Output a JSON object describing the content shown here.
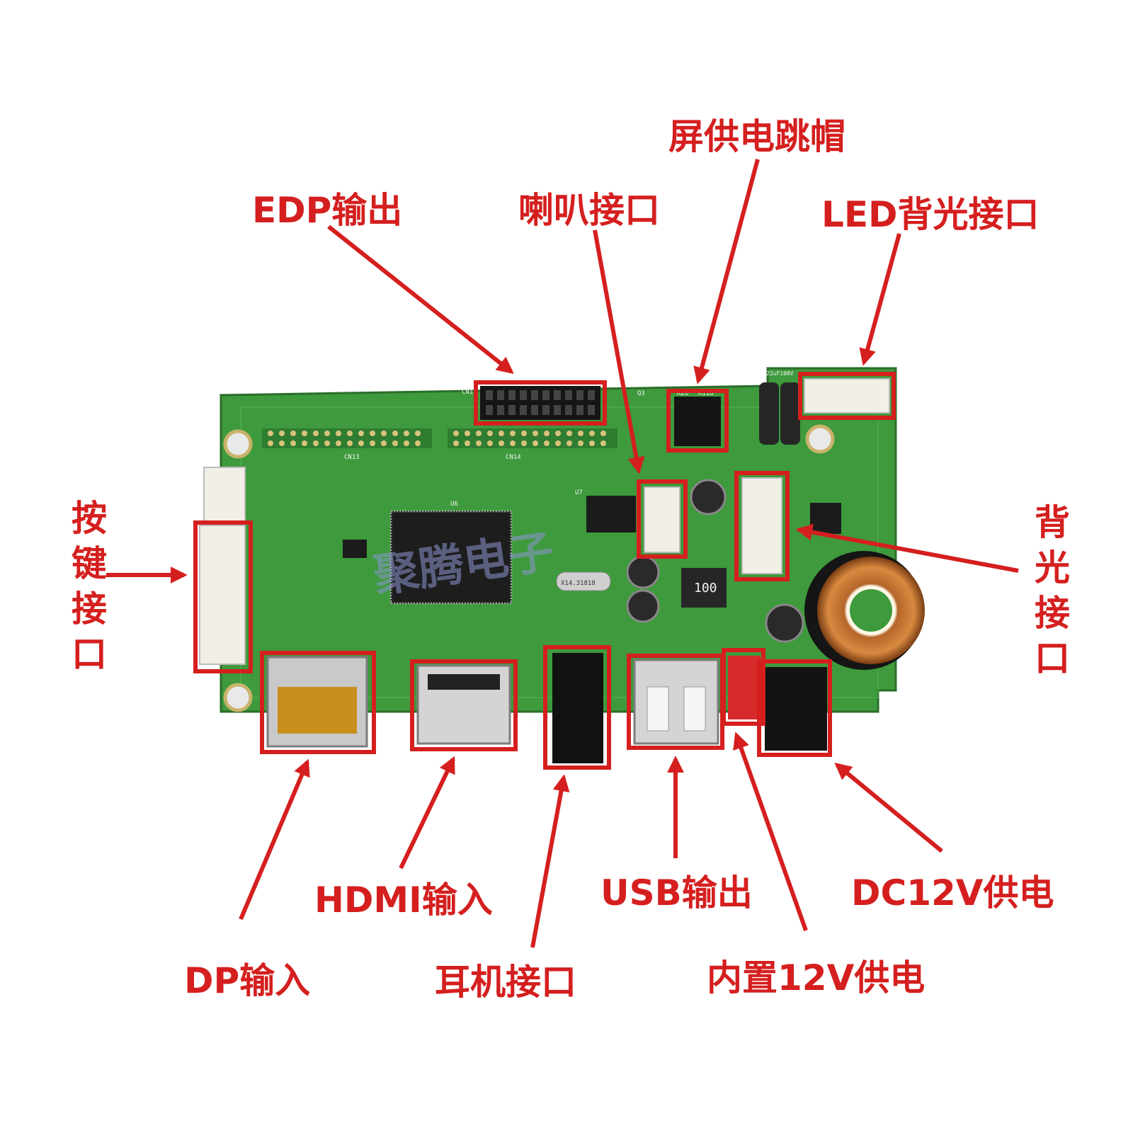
{
  "labels": {
    "edp_output": "EDP输出",
    "speaker_port": "喇叭接口",
    "screen_power_jumper": "屏供电跳帽",
    "led_backlight_port": "LED背光接口",
    "button_port": "按键接口",
    "backlight_port": "背光接口",
    "dp_input": "DP输入",
    "hdmi_input": "HDMI输入",
    "headphone_port": "耳机接口",
    "usb_output": "USB输出",
    "internal_12v_power": "内置12V供电",
    "dc12v_power": "DC12V供电"
  },
  "watermark": "聚腾电子",
  "board_markings": {
    "cn1": "CN1",
    "cn13": "CN13",
    "cn14": "CN14",
    "u6": "U6",
    "u7": "U7",
    "q3": "Q3",
    "r26": "R26",
    "r116": "R116",
    "crystal": "X14.31818",
    "inductor": "100",
    "cap_rating": "22uF100V",
    "cn8": "CN8",
    "cn9": "CN9"
  },
  "colors": {
    "annotation": "#d51f1f",
    "pcb": "#3e9a3c",
    "pcb_dark": "#2f7d30"
  }
}
